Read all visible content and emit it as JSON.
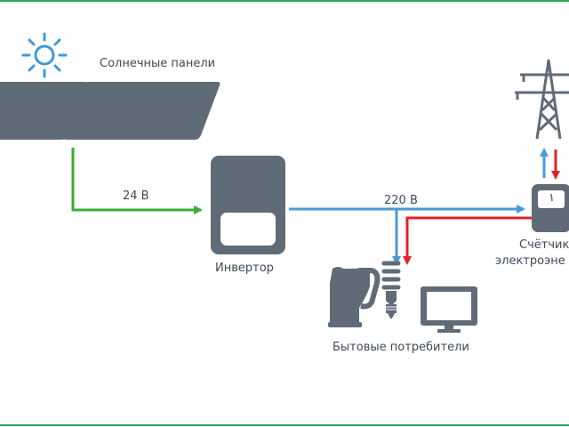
{
  "diagram": {
    "labels": {
      "solar_panels": "Солнечные панели",
      "voltage_dc": "24 В",
      "inverter": "Инвертор",
      "voltage_ac": "220 В",
      "household": "Бытовые потребители",
      "meter_line1": "Счётчик",
      "meter_line2": "электроэне"
    },
    "colors": {
      "frame": "#2fa84f",
      "device": "#606b78",
      "dc_flow": "#3aab35",
      "ac_flow": "#4a9ad6",
      "grid_flow": "#e0212b",
      "sun": "#3d9bd6",
      "text": "#3e4a57"
    },
    "icons": [
      "sun-icon",
      "solar-panel-icon",
      "inverter-icon",
      "kettle-icon",
      "lamp-icon",
      "monitor-icon",
      "power-tower-icon",
      "meter-icon"
    ]
  }
}
